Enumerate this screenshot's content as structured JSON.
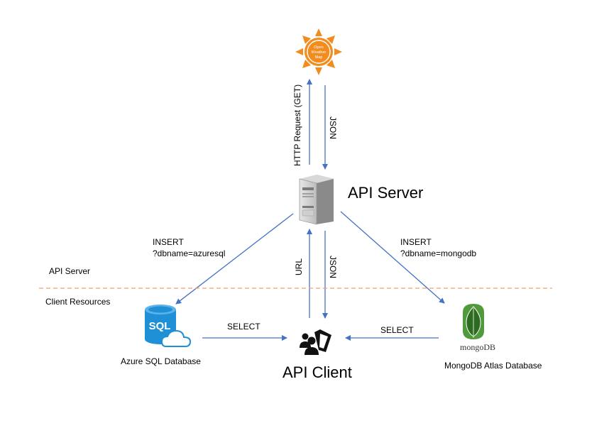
{
  "nodes": {
    "weather": {
      "logo_text": [
        "Open",
        "Weather",
        "Map"
      ]
    },
    "api_server": {
      "label": "API Server"
    },
    "api_client": {
      "label": "API Client"
    },
    "azure_sql": {
      "label": "Azure SQL Database",
      "logo_text": "SQL"
    },
    "mongodb": {
      "label": "MongoDB Atlas Database",
      "logo_text": "mongoDB"
    }
  },
  "edges": {
    "http_request": "HTTP Request (GET)",
    "json_top": "JSON",
    "url": "URL",
    "json_bottom": "JSON",
    "insert_azure": {
      "line1": "INSERT",
      "line2": "?dbname=azuresql"
    },
    "insert_mongo": {
      "line1": "INSERT",
      "line2": "?dbname=mongodb"
    },
    "select_left": "SELECT",
    "select_right": "SELECT"
  },
  "zones": {
    "top": "API Server",
    "bottom": "Client Resources"
  },
  "colors": {
    "arrow": "#4472c4",
    "divider": "#f4a070",
    "sun": "#f28c1e",
    "sql_blue": "#1f8fd6",
    "mongo_green": "#4f9a3a"
  }
}
